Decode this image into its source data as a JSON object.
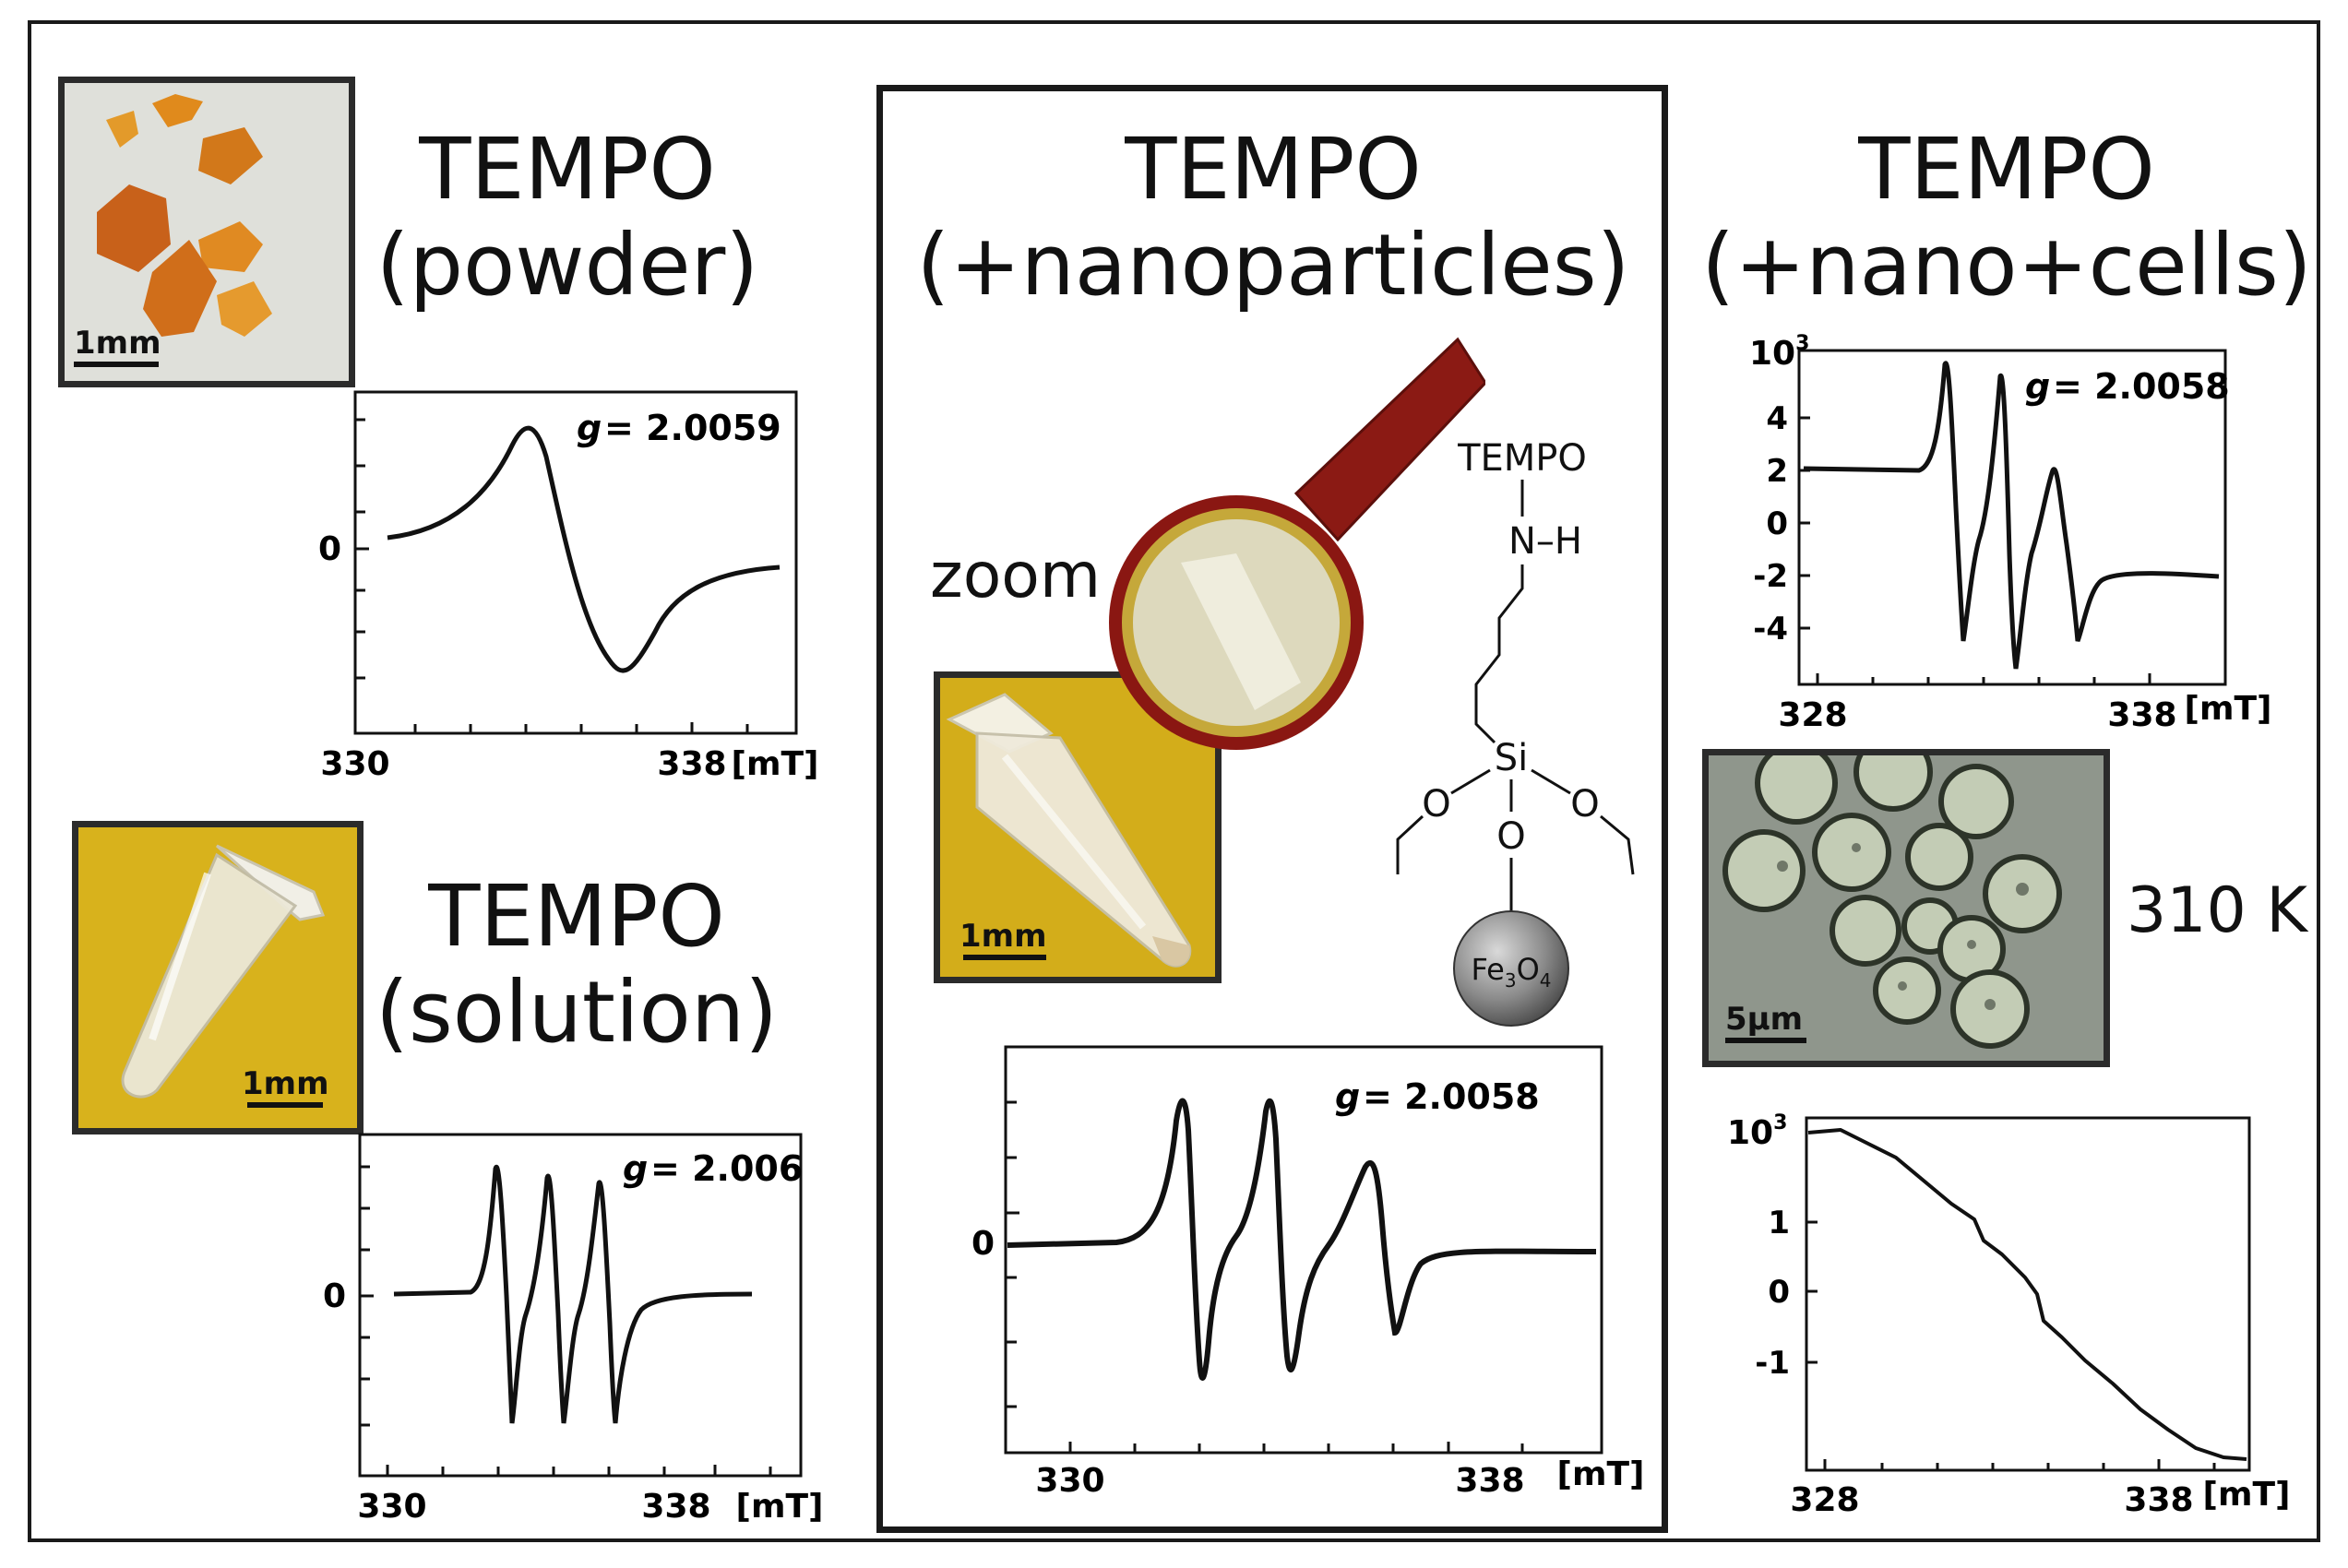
{
  "panels": {
    "powder": {
      "title_line1": "TEMPO",
      "title_line2": "(powder)",
      "scale_label": "1mm",
      "plot": {
        "g_symbol": "g",
        "g_value": "= 2.0059",
        "y_tick": "0",
        "x_tick_left": "330",
        "x_tick_right": "338",
        "x_unit": "[mT]"
      }
    },
    "solution": {
      "title_line1": "TEMPO",
      "title_line2": "(solution)",
      "scale_label": "1mm",
      "plot": {
        "g_symbol": "g",
        "g_value": "= 2.006",
        "y_tick": "0",
        "x_tick_left": "330",
        "x_tick_right": "338",
        "x_unit": "[mT]"
      }
    },
    "nanoparticles": {
      "title_line1": "TEMPO",
      "title_line2": "(+nanoparticles)",
      "zoom_label": "zoom",
      "scale_label": "1mm",
      "structure": {
        "top": "TEMPO",
        "nh": "N–H",
        "si": "Si",
        "o_left": "O",
        "o_right": "O",
        "o_bottom": "O",
        "particle": "Fe",
        "particle_sub1": "3",
        "particle_mid": "O",
        "particle_sub2": "4"
      },
      "plot": {
        "g_symbol": "g",
        "g_value": "= 2.0058",
        "y_tick": "0",
        "x_tick_left": "330",
        "x_tick_right": "338",
        "x_unit": "[mT]"
      }
    },
    "cells": {
      "title_line1": "TEMPO",
      "title_line2": "(+nano+cells)",
      "temp_label": "310 K",
      "scale_label": "5µm",
      "plot_top": {
        "g_symbol": "g",
        "g_value": "= 2.0058",
        "y_exp_base": "10",
        "y_exp_power": "3",
        "y_ticks": [
          "4",
          "2",
          "0",
          "-2",
          "-4"
        ],
        "x_tick_left": "328",
        "x_tick_right": "338",
        "x_unit": "[mT]"
      },
      "plot_bottom": {
        "y_exp_base": "10",
        "y_exp_power": "3",
        "y_ticks": [
          "1",
          "0",
          "-1"
        ],
        "x_tick_left": "328",
        "x_tick_right": "338",
        "x_unit": "[mT]"
      }
    }
  },
  "colors": {
    "ink": "#111111",
    "photo_yellow": "#d8b21c",
    "magnifier_handle": "#8b1a14",
    "cell_background": "#8f968c"
  }
}
